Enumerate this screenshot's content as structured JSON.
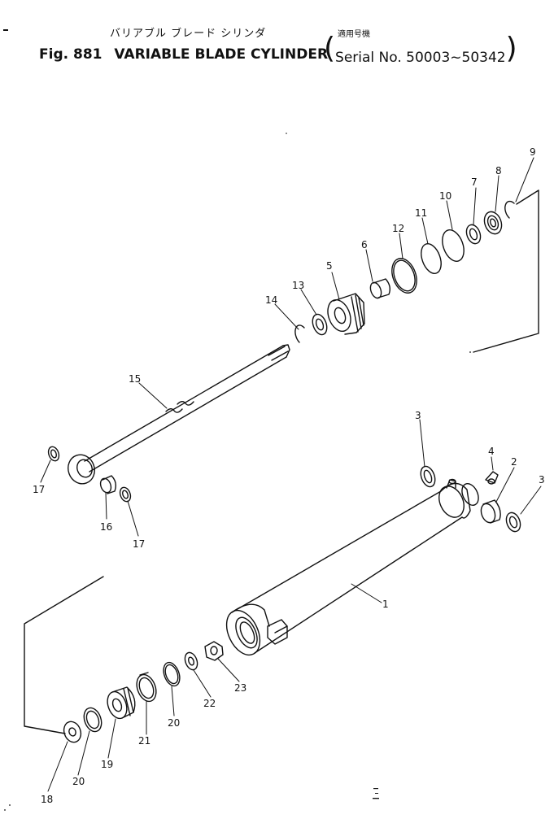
{
  "header": {
    "title_jp": "バリアブル ブレード シリンダ",
    "title_jp_applicable": "適用号機",
    "figure_label": "Fig. 881",
    "title_en": "VARIABLE BLADE CYLINDER",
    "serial_label": "Serial No. 50003~50342"
  },
  "callouts": [
    {
      "id": "c1",
      "number": "1"
    },
    {
      "id": "c2",
      "number": "2"
    },
    {
      "id": "c3a",
      "number": "3"
    },
    {
      "id": "c3b",
      "number": "3"
    },
    {
      "id": "c4",
      "number": "4"
    },
    {
      "id": "c5",
      "number": "5"
    },
    {
      "id": "c6",
      "number": "6"
    },
    {
      "id": "c7",
      "number": "7"
    },
    {
      "id": "c8",
      "number": "8"
    },
    {
      "id": "c9",
      "number": "9"
    },
    {
      "id": "c10",
      "number": "10"
    },
    {
      "id": "c11",
      "number": "11"
    },
    {
      "id": "c12",
      "number": "12"
    },
    {
      "id": "c13",
      "number": "13"
    },
    {
      "id": "c14",
      "number": "14"
    },
    {
      "id": "c15",
      "number": "15"
    },
    {
      "id": "c16",
      "number": "16"
    },
    {
      "id": "c17a",
      "number": "17"
    },
    {
      "id": "c17b",
      "number": "17"
    },
    {
      "id": "c18",
      "number": "18"
    },
    {
      "id": "c19",
      "number": "19"
    },
    {
      "id": "c20a",
      "number": "20"
    },
    {
      "id": "c20b",
      "number": "20"
    },
    {
      "id": "c21",
      "number": "21"
    },
    {
      "id": "c22",
      "number": "22"
    },
    {
      "id": "c23",
      "number": "23"
    }
  ],
  "colors": {
    "ink": "#111111",
    "paper": "#ffffff"
  }
}
